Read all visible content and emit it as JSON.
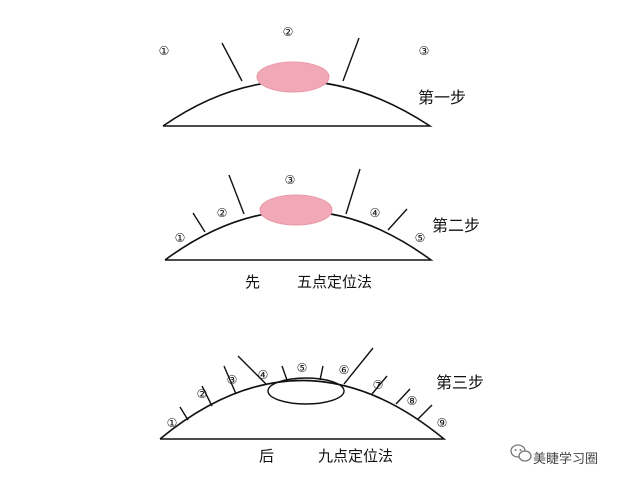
{
  "steps": [
    {
      "title": "第一步",
      "points": [
        "①",
        "②",
        "③"
      ]
    },
    {
      "title": "第二步",
      "points": [
        "①",
        "②",
        "③",
        "④",
        "⑤"
      ],
      "caption_left": "先",
      "caption_right": "五点定位法"
    },
    {
      "title": "第三步",
      "points": [
        "①",
        "②",
        "③",
        "④",
        "⑤",
        "⑥",
        "⑦",
        "⑧",
        "⑨"
      ],
      "caption_left": "后",
      "caption_right": "九点定位法"
    }
  ],
  "watermark": {
    "text": "美睫学习圈",
    "icon": "wechat-icon"
  }
}
